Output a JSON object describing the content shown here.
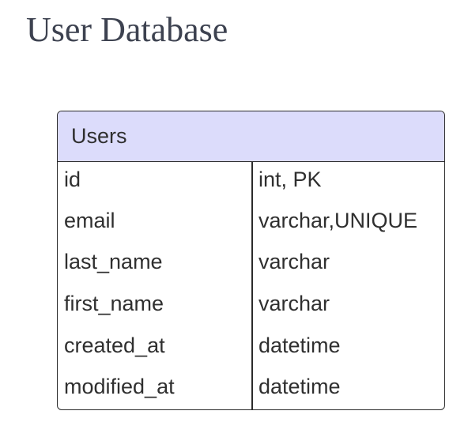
{
  "page": {
    "title": "User Database"
  },
  "entity": {
    "name": "Users",
    "header_color": "#dcdcfb",
    "attributes": [
      {
        "name": "id",
        "type": "int, PK"
      },
      {
        "name": "email",
        "type": "varchar,UNIQUE"
      },
      {
        "name": "last_name",
        "type": "varchar"
      },
      {
        "name": "first_name",
        "type": "varchar"
      },
      {
        "name": "created_at",
        "type": "datetime"
      },
      {
        "name": "modified_at",
        "type": "datetime"
      }
    ]
  }
}
